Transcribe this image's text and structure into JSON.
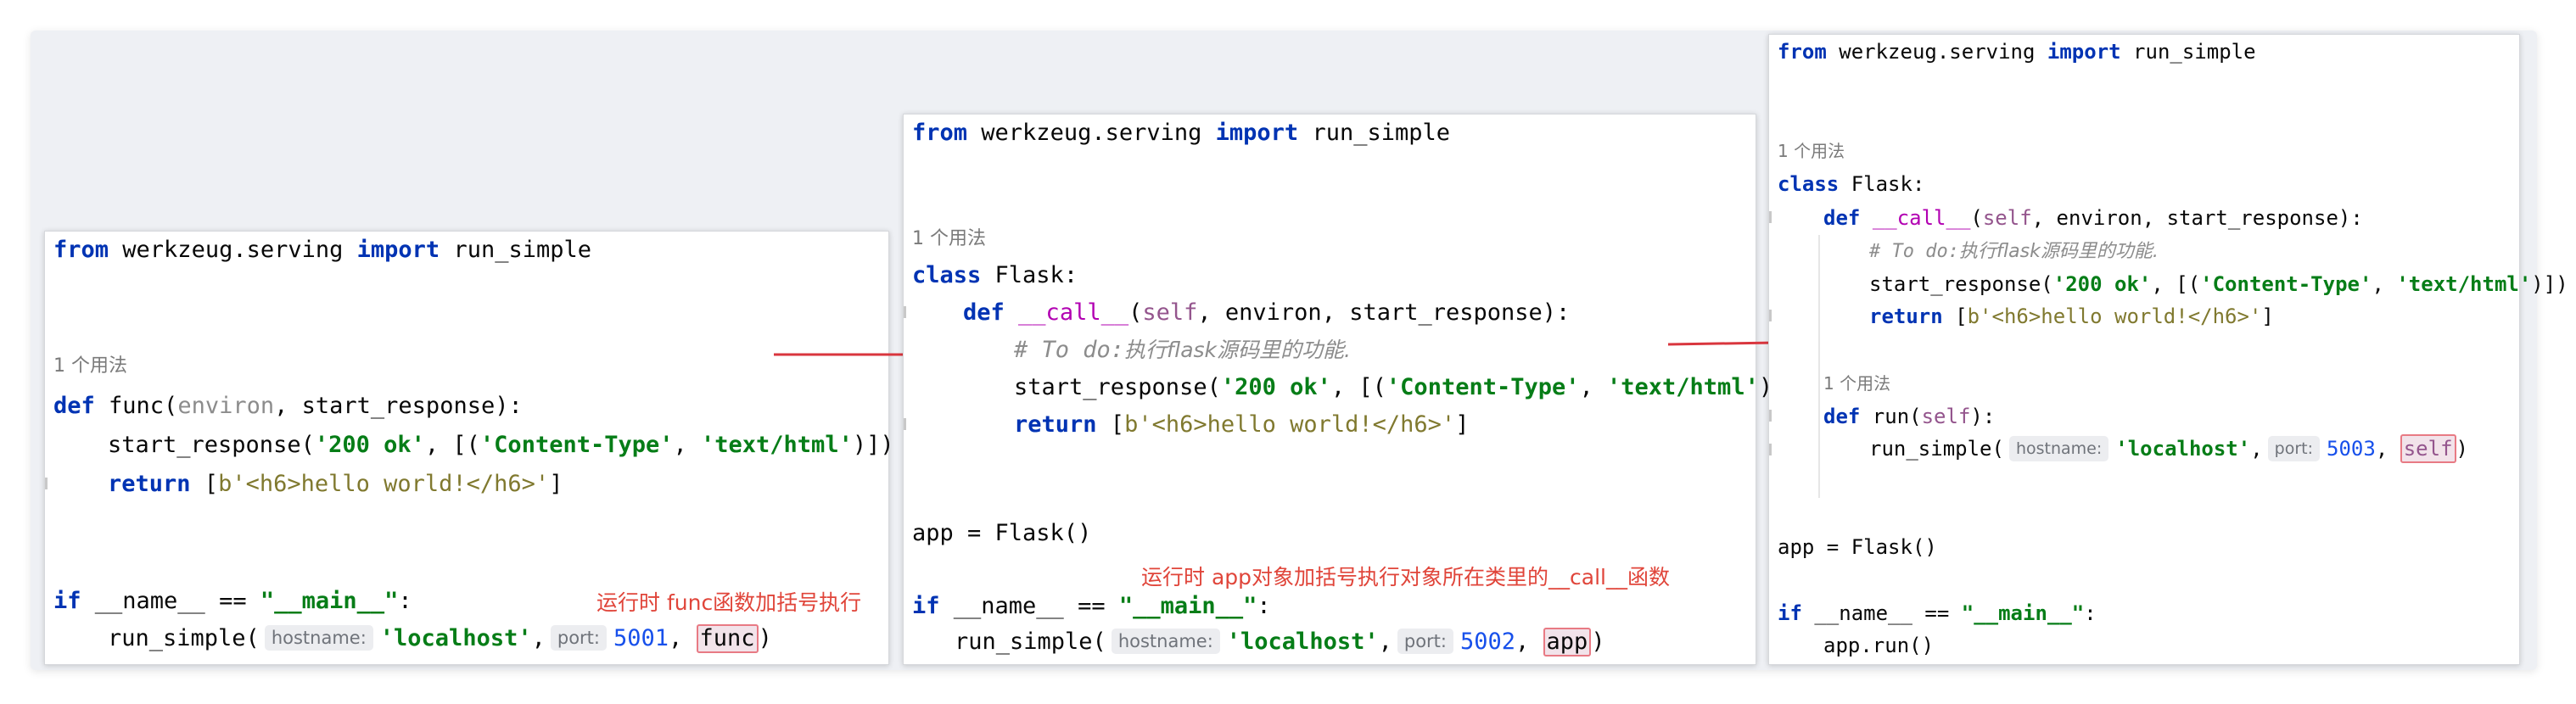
{
  "colors": {
    "keyword": "#0033b3",
    "string": "#067d17",
    "bytes": "#80792f",
    "dunder": "#b200b2",
    "self": "#94558d",
    "number": "#1750eb",
    "comment": "#8c8c8c",
    "annotation": "#e0453a",
    "highlight_border": "#e87a84"
  },
  "panel1": {
    "l1_from": "from",
    "l1_module": " werkzeug.serving ",
    "l1_import": "import",
    "l1_name": " run_simple",
    "usage": "1 个用法",
    "def_kw": "def",
    "def_name": " func(",
    "def_param_env": "environ",
    "def_rest": ", start_response):",
    "sr_call": "start_response(",
    "sr_200": "'200 ok'",
    "sr_mid": ", [(",
    "sr_ct": "'Content-Type'",
    "sr_comma": ", ",
    "sr_html": "'text/html'",
    "sr_end": ")])",
    "ret_kw": "return",
    "ret_open": " [",
    "ret_bytes": "b'<h6>hello world!</h6>'",
    "ret_close": "]",
    "if_kw": "if",
    "if_mid": " __name__ == ",
    "if_str": "\"__main__\"",
    "if_colon": ":",
    "rs_call": "run_simple(",
    "hint_host": "hostname:",
    "rs_host": "'localhost'",
    "rs_c1": ",",
    "hint_port": "port:",
    "rs_port": "5001",
    "rs_c2": ", ",
    "rs_arg": "func",
    "rs_end": ")",
    "annotation": "运行时 func函数加括号执行"
  },
  "panel2": {
    "l1_from": "from",
    "l1_module": " werkzeug.serving ",
    "l1_import": "import",
    "l1_name": " run_simple",
    "usage": "1 个用法",
    "class_kw": "class",
    "class_name": " Flask:",
    "def_kw": "def",
    "def_name": "__call__",
    "def_open": "(",
    "def_self": "self",
    "def_rest": ", environ, start_response):",
    "comment_prefix": "# To do:",
    "comment_text": "执行flask源码里的功能.",
    "sr_call": "start_response(",
    "sr_200": "'200 ok'",
    "sr_mid": ", [(",
    "sr_ct": "'Content-Type'",
    "sr_comma": ", ",
    "sr_html": "'text/html'",
    "sr_end": ")])",
    "ret_kw": "return",
    "ret_open": " [",
    "ret_bytes": "b'<h6>hello world!</h6>'",
    "ret_close": "]",
    "app_line": "app = Flask()",
    "if_kw": "if",
    "if_mid": " __name__ == ",
    "if_str": "\"__main__\"",
    "if_colon": ":",
    "rs_call": "run_simple(",
    "hint_host": "hostname:",
    "rs_host": "'localhost'",
    "rs_c1": ",",
    "hint_port": "port:",
    "rs_port": "5002",
    "rs_c2": ", ",
    "rs_arg": "app",
    "rs_end": ")",
    "annotation": "运行时 app对象加括号执行对象所在类里的__call__函数"
  },
  "panel3": {
    "l1_from": "from",
    "l1_module": " werkzeug.serving ",
    "l1_import": "import",
    "l1_name": " run_simple",
    "usage1": "1 个用法",
    "class_kw": "class",
    "class_name": " Flask:",
    "def_kw": "def",
    "def_name": "__call__",
    "def_open": "(",
    "def_self": "self",
    "def_rest": ", environ, start_response):",
    "comment_prefix": "# To do:",
    "comment_text": "执行flask源码里的功能.",
    "sr_call": "start_response(",
    "sr_200": "'200 ok'",
    "sr_mid": ", [(",
    "sr_ct": "'Content-Type'",
    "sr_comma": ", ",
    "sr_html": "'text/html'",
    "sr_end": ")])",
    "ret_kw": "return",
    "ret_open": " [",
    "ret_bytes": "b'<h6>hello world!</h6>'",
    "ret_close": "]",
    "usage2": "1 个用法",
    "run_def_kw": "def",
    "run_def_name": " run(",
    "run_def_self": "self",
    "run_def_end": "):",
    "rs_call": "run_simple(",
    "hint_host": "hostname:",
    "rs_host": "'localhost'",
    "rs_c1": ",",
    "hint_port": "port:",
    "rs_port": "5003",
    "rs_c2": ", ",
    "rs_arg": "self",
    "rs_end": ")",
    "app_line": "app = Flask()",
    "if_kw": "if",
    "if_mid": " __name__ == ",
    "if_str": "\"__main__\"",
    "if_colon": ":",
    "app_run": "app.run()"
  }
}
